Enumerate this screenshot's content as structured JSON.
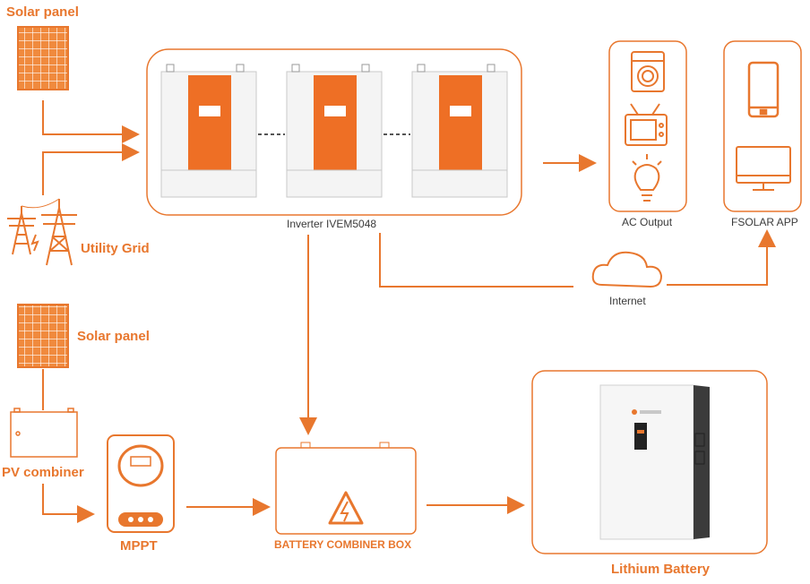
{
  "labels": {
    "solar_panel_top": "Solar panel",
    "utility_grid": "Utility Grid",
    "solar_panel_mid": "Solar panel",
    "pv_combiner": "PV combiner",
    "mppt": "MPPT",
    "inverter": "Inverter IVEM5048",
    "ac_output": "AC Output",
    "fsolar_app": "FSOLAR APP",
    "internet": "Internet",
    "battery_combiner_box": "BATTERY COMBINER BOX",
    "lithium_battery": "Lithium Battery"
  },
  "colors": {
    "accent": "#e8772e",
    "text_dark": "#3a3a3a",
    "device_gray": "#f2f2f2",
    "battery_dark": "#333333"
  },
  "icons": [
    "solar-panel-icon",
    "power-tower-icon",
    "inverter-icon",
    "washing-machine-icon",
    "tv-icon",
    "light-bulb-icon",
    "smartphone-icon",
    "monitor-icon",
    "cloud-icon",
    "pv-combiner-icon",
    "mppt-controller-icon",
    "warning-icon",
    "lithium-battery-icon"
  ]
}
